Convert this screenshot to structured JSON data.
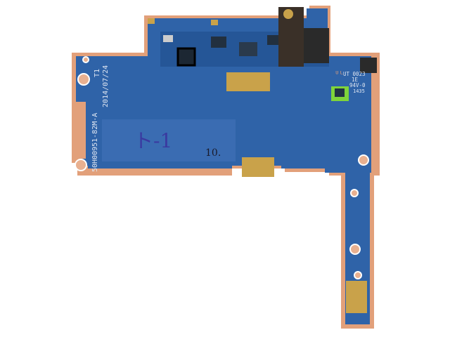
{
  "board": {
    "part_number": "50H00951-82M-A",
    "revision": "T1",
    "date": "2014/07/24",
    "ul_code": "UT 0023",
    "ul_class": "1E",
    "flammability": "94V-0",
    "date_code": "1435",
    "handwritten_mark": "ト-1",
    "handwritten_number": "10."
  },
  "colors": {
    "board_blue": "#2f63a8",
    "copper_edge": "#e2a07a",
    "gold_pad": "#c9a24a",
    "highlight_box": "#000000",
    "qr_label": "#7fd43a"
  }
}
